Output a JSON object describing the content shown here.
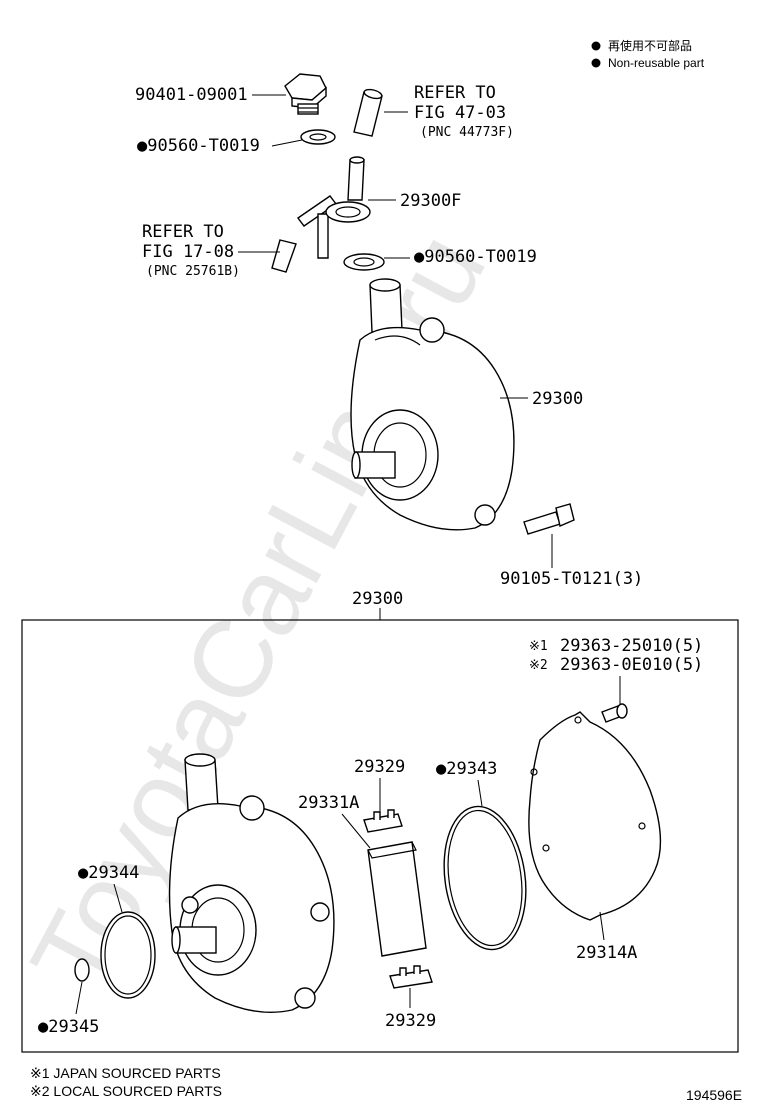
{
  "legend": {
    "items": [
      {
        "symbol": "●",
        "text": "再使用不可部品"
      },
      {
        "symbol": "●",
        "text": "Non-reusable part"
      }
    ]
  },
  "watermark": "ToyotaCarLine.ru",
  "upper_labels": {
    "cap": "90401-09001",
    "gasket_top": "●90560-T0019",
    "refer_top_1": "REFER TO",
    "refer_top_2": "FIG 47-03",
    "refer_top_3": "(PNC 44773F)",
    "union": "29300F",
    "refer_left_1": "REFER TO",
    "refer_left_2": "FIG 17-08",
    "refer_left_3": "(PNC 25761B)",
    "gasket_bottom": "●90560-T0019",
    "pump": "29300",
    "bolt": "90105-T0121(3)"
  },
  "box_labels": {
    "assy": "29300",
    "screw_1_mark": "※1",
    "screw_1": "29363-25010(5)",
    "screw_2_mark": "※2",
    "screw_2": "29363-0E010(5)",
    "holder_top": "29329",
    "vane": "29331A",
    "oring_cover": "●29343",
    "oring_body": "●29344",
    "oring_small": "●29345",
    "holder_bottom": "29329",
    "cover": "29314A"
  },
  "footnotes": {
    "note1": "※1 JAPAN SOURCED PARTS",
    "note2": "※2 LOCAL SOURCED PARTS"
  },
  "diagram_id": "194596E"
}
